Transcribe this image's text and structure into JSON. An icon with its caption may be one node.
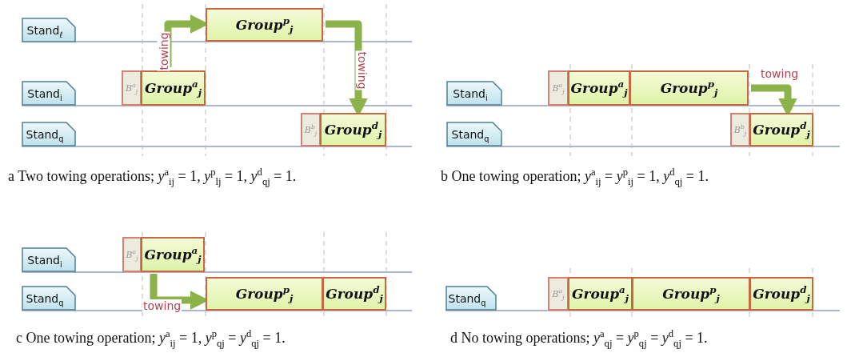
{
  "diagram": {
    "nodes": [
      {
        "text": [
          "Stand$_{ℓ}$"
        ]
      },
      {
        "text": [
          "Stand$_{i}$"
        ]
      },
      {
        "text": [
          "Stand$_{q}$"
        ]
      },
      {
        "text": [
          "Group$^{p}$$_{j}$"
        ]
      },
      {
        "text": [
          "B$^{a}$$_{j}$"
        ]
      },
      {
        "text": [
          "Group$^{a}$$_{j}$"
        ]
      },
      {
        "text": [
          "B$^{b}$$_{j}$"
        ]
      },
      {
        "text": [
          "Group$^{d}$$_{j}$"
        ]
      },
      {
        "text": [
          "Stand$_{i}$"
        ]
      },
      {
        "text": [
          "Stand$_{q}$"
        ]
      },
      {
        "text": [
          "B$^{a}$$_{j}$"
        ]
      },
      {
        "text": [
          "Group$^{a}$$_{j}$"
        ]
      },
      {
        "text": [
          "Group$^{p}$$_{j}$"
        ]
      },
      {
        "text": [
          "B$^{b}$$_{j}$"
        ]
      },
      {
        "text": [
          "Group$^{d}$$_{j}$"
        ]
      },
      {
        "text": [
          "Stand$_{i}$"
        ]
      },
      {
        "text": [
          "Stand$_{q}$"
        ]
      },
      {
        "text": [
          "B$^{a}$$_{j}$"
        ]
      },
      {
        "text": [
          "Group$^{a}$$_{j}$"
        ]
      },
      {
        "text": [
          "Group$^{p}$$_{j}$"
        ]
      },
      {
        "text": [
          "Group$^{d}$$_{j}$"
        ]
      },
      {
        "text": [
          "Stand$_{q}$"
        ]
      },
      {
        "text": [
          "B$^{a}$$_{j}$"
        ]
      },
      {
        "text": [
          "Group$^{a}$$_{j}$"
        ]
      },
      {
        "text": [
          "Group$^{p}$$_{j}$"
        ]
      },
      {
        "text": [
          "Group$^{d}$$_{j}$"
        ]
      }
    ],
    "edges": [
      {
        "from": 5,
        "to": 3,
        "arrow": "to",
        "label": "towing"
      },
      {
        "from": 3,
        "to": 7,
        "arrow": "to",
        "label": "towing"
      },
      {
        "from": 12,
        "to": 14,
        "arrow": "to",
        "label": "towing"
      },
      {
        "from": 18,
        "to": 19,
        "arrow": "to",
        "label": "towing"
      }
    ],
    "labels": [
      "a Two towing operations; *y*$^{a}$$_{ij}$ = 1, *y*$^{p}$$_{lj}$ = 1, *y*$^{d}$$_{qj}$ = 1.",
      "b One towing operation; *y*$^{a}$$_{ij}$ = *y*$^{p}$$_{ij}$ = 1, *y*$^{d}$$_{qj}$ = 1.",
      "c One towing operation; *y*$^{a}$$_{ij}$ = 1, *y*$^{p}$$_{qj}$ = *y*$^{d}$$_{qj}$ = 1.",
      "d No towing operations; *y*$^{a}$$_{qj}$ = *y*$^{p}$$_{qj}$ = *y*$^{d}$$_{qj}$ = 1."
    ]
  }
}
